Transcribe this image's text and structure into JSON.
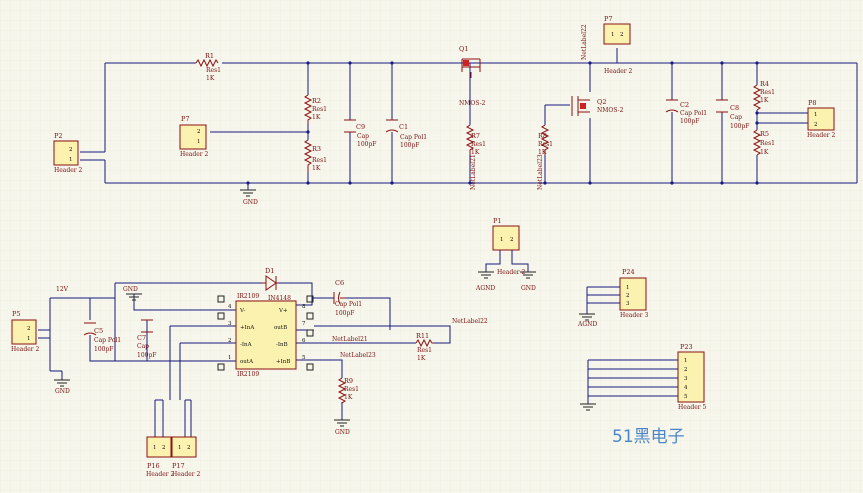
{
  "components": {
    "p2": {
      "ref": "P2",
      "name": "Header 2",
      "pins": [
        "2",
        "1"
      ]
    },
    "p7a": {
      "ref": "P7",
      "name": "Header 2",
      "pins": [
        "2",
        "1"
      ]
    },
    "p7b": {
      "ref": "P7",
      "name": "Header 2",
      "pins": [
        "1",
        "2"
      ]
    },
    "p8": {
      "ref": "P8",
      "name": "Header 2",
      "pins": [
        "1",
        "2"
      ]
    },
    "p1": {
      "ref": "P1",
      "name": "Header 2",
      "pins": [
        "1",
        "2"
      ]
    },
    "p5": {
      "ref": "P5",
      "name": "Header 2",
      "pins": [
        "2",
        "1"
      ]
    },
    "p16": {
      "ref": "P16",
      "name": "Header 2",
      "pins": [
        "1",
        "2"
      ]
    },
    "p17": {
      "ref": "P17",
      "name": "Header 2",
      "pins": [
        "1",
        "2"
      ]
    },
    "p24": {
      "ref": "P24",
      "name": "Header 3",
      "pins": [
        "1",
        "2",
        "3"
      ]
    },
    "p23": {
      "ref": "P23",
      "name": "Header 5",
      "pins": [
        "1",
        "2",
        "3",
        "4",
        "5"
      ]
    },
    "r1": {
      "ref": "R1",
      "name": "Res1",
      "value": "1K"
    },
    "r2": {
      "ref": "R2",
      "name": "Res1",
      "value": "1K"
    },
    "r3": {
      "ref": "R3",
      "name": "Res1",
      "value": "1K"
    },
    "r4": {
      "ref": "R4",
      "name": "Res1",
      "value": "1K"
    },
    "r5": {
      "ref": "R5",
      "name": "Res1",
      "value": "1K"
    },
    "r7": {
      "ref": "R7",
      "name": "Res1",
      "value": "1K"
    },
    "r8": {
      "ref": "R8",
      "name": "Res1",
      "value": "1K"
    },
    "r9": {
      "ref": "R9",
      "name": "Res1",
      "value": "1K"
    },
    "r11": {
      "ref": "R11",
      "name": "Res1",
      "value": "1K"
    },
    "c1": {
      "ref": "C1",
      "name": "Cap Pol1",
      "value": "100pF"
    },
    "c2": {
      "ref": "C2",
      "name": "Cap Pol1",
      "value": "100pF"
    },
    "c5": {
      "ref": "C5",
      "name": "Cap Pol1",
      "value": "100pF"
    },
    "c6": {
      "ref": "C6",
      "name": "Cap Pol1",
      "value": "100pF"
    },
    "c7": {
      "ref": "C7",
      "name": "Cap",
      "value": "100pF"
    },
    "c8": {
      "ref": "C8",
      "name": "Cap",
      "value": "100pF"
    },
    "c9": {
      "ref": "C9",
      "name": "Cap",
      "value": "100pF"
    },
    "q1": {
      "ref": "Q1",
      "name": "NMOS-2"
    },
    "q2": {
      "ref": "Q2",
      "name": "NMOS-2"
    },
    "d1": {
      "ref": "D1",
      "name": "IN4148"
    },
    "u1": {
      "ref": "IR2109",
      "name": "IR2109",
      "left_pins": [
        {
          "num": "4",
          "name": "V-"
        },
        {
          "num": "3",
          "name": "+InA"
        },
        {
          "num": "2",
          "name": "-InA"
        },
        {
          "num": "1",
          "name": "outA"
        }
      ],
      "right_pins": [
        {
          "num": "8",
          "name": "V+"
        },
        {
          "num": "7",
          "name": "outB"
        },
        {
          "num": "6",
          "name": "-InB"
        },
        {
          "num": "5",
          "name": "+InB"
        }
      ]
    }
  },
  "nets": {
    "gnd": "GND",
    "agnd": "AGND",
    "v12": "12V",
    "netlabel21": "NetLabel21",
    "netlabel22": "NetLabel22",
    "netlabel23": "NetLabel23"
  },
  "watermark": "51黑电子"
}
